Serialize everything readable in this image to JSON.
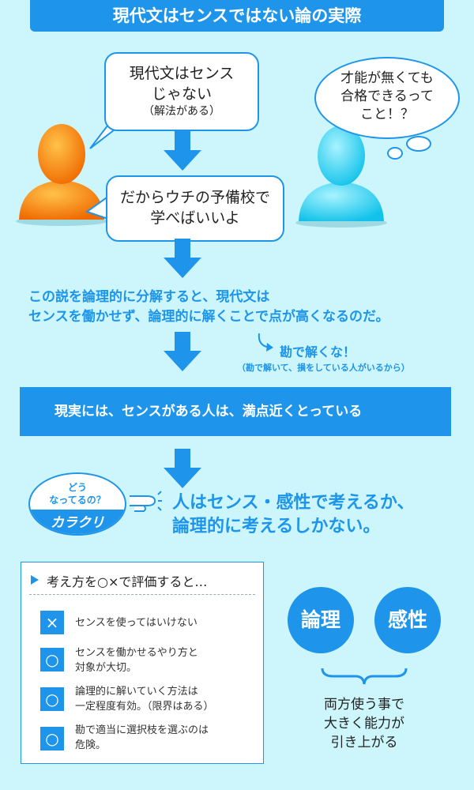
{
  "title": "現代文はセンスではない論の実際",
  "bubble_1": {
    "line1": "現代文はセンス",
    "line2": "じゃない",
    "sub": "（解法がある）"
  },
  "bubble_2": {
    "line1": "だからウチの予備校で",
    "line2": "学べばいいよ"
  },
  "thought": {
    "line1": "才能が無くても",
    "line2": "合格できるって",
    "line3": "こと！？"
  },
  "analysis": {
    "line1": "この説を論理的に分解すると、現代文は",
    "line2": "センスを働かせず、論理的に解くことで点が高くなるのだ。"
  },
  "note": {
    "main": "勘で解くな！",
    "sub": "（勘で解いて、損をしている人がいるから）"
  },
  "banner": "現実には、センスがある人は、満点近くとっている",
  "karakuri": {
    "question_line1": "どう",
    "question_line2": "なってるの？",
    "label": "カラクリ"
  },
  "conclusion": {
    "line1": "人はセンス・感性で考えるか、",
    "line2": "論理的に考えるしかない。"
  },
  "evaluation": {
    "header": "考え方を○×で評価すると…",
    "items": [
      {
        "mark": "×",
        "line1": "センスを使ってはいけない",
        "line2": ""
      },
      {
        "mark": "○",
        "line1": "センスを働かせるやり方と",
        "line2": "対象が大切。"
      },
      {
        "mark": "○",
        "line1": "論理的に解いていく方法は",
        "line2": "一定程度有効。（限界はある）"
      },
      {
        "mark": "○",
        "line1": "勘で適当に選択枝を選ぶのは",
        "line2": "危険。"
      }
    ]
  },
  "circles": {
    "left": "論理",
    "right": "感性"
  },
  "summary": {
    "line1": "両方使う事で",
    "line2": "大きく能力が",
    "line3": "引き上がる"
  },
  "colors": {
    "background": "#ccf6fb",
    "accent": "#1e95ea",
    "orange": "#ff8a10",
    "cyan": "#2fd6f2"
  }
}
